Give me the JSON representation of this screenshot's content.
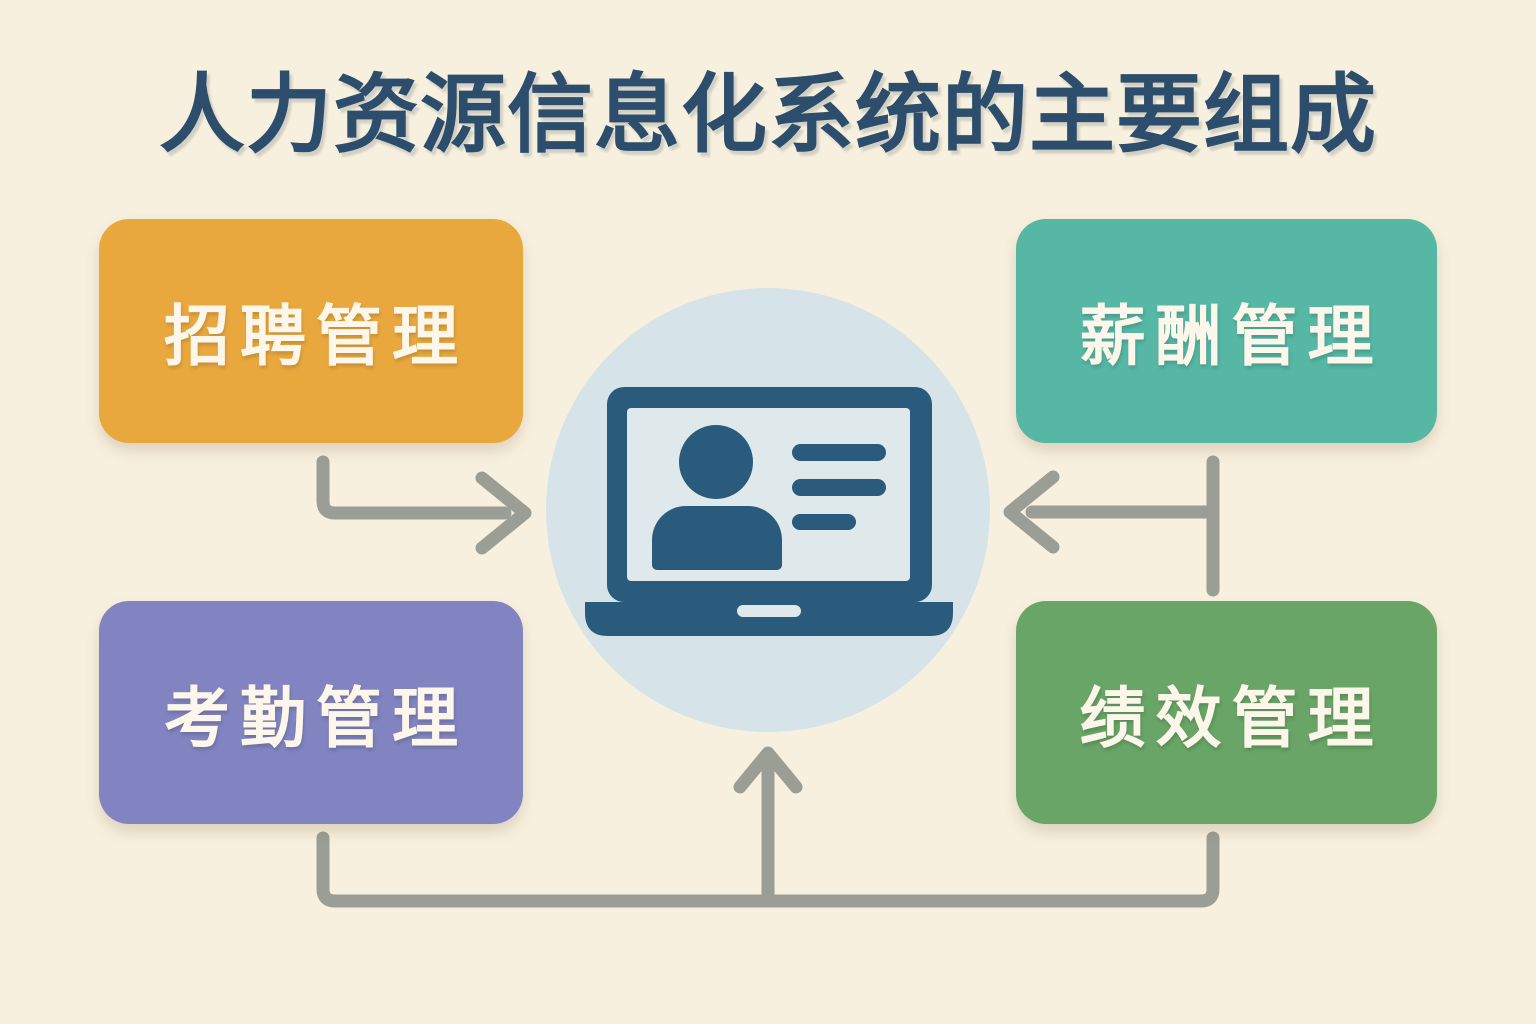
{
  "title": "人力资源信息化系统的主要组成",
  "boxes": [
    {
      "id": "recruitment",
      "label": "招聘管理"
    },
    {
      "id": "compensation",
      "label": "薪酬管理"
    },
    {
      "id": "attendance",
      "label": "考勤管理"
    },
    {
      "id": "performance",
      "label": "绩效管理"
    }
  ],
  "center": {
    "icon": "laptop-employee-profile-icon"
  },
  "connections": [
    {
      "from": "recruitment",
      "to": "center"
    },
    {
      "from": "compensation",
      "to": "center"
    },
    {
      "from": "attendance",
      "to": "center"
    },
    {
      "from": "performance",
      "to": "center"
    }
  ],
  "colors": {
    "background": "#f8f0de",
    "title": "#2c4d6b",
    "box-text": "#fcf7ea",
    "recruitment": "#e9a83e",
    "compensation": "#56b7a5",
    "attendance": "#8184c0",
    "performance": "#68a566",
    "circle": "#d6e3e9",
    "screen": "#dfe9ec",
    "laptop": "#2a5a7c",
    "arrow": "#9a9e95"
  }
}
